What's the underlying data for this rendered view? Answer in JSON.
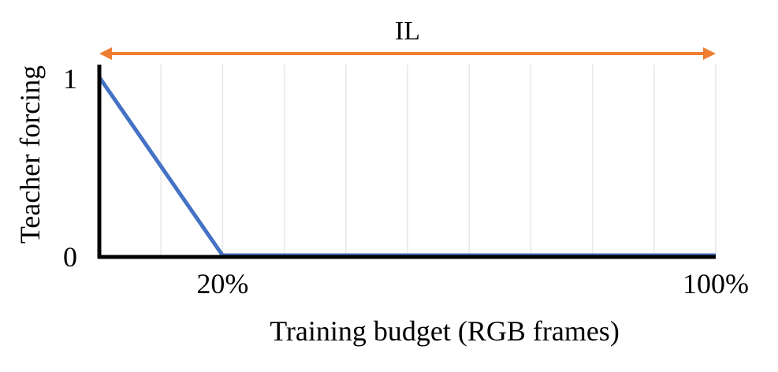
{
  "chart_data": {
    "type": "line",
    "title": "",
    "xlabel": "Training budget (RGB frames)",
    "ylabel": "Teacher forcing",
    "xlim": [
      0,
      100
    ],
    "ylim": [
      0,
      1
    ],
    "grid": "vertical",
    "x_tick_labels": [
      {
        "value": 20,
        "label": "20%"
      },
      {
        "value": 100,
        "label": "100%"
      }
    ],
    "y_tick_labels": [
      {
        "value": 0,
        "label": "0"
      },
      {
        "value": 1,
        "label": "1"
      }
    ],
    "x_gridlines": [
      10,
      20,
      30,
      40,
      50,
      60,
      70,
      80,
      90,
      100
    ],
    "series": [
      {
        "color": "#4472c4",
        "x": [
          0,
          20,
          100
        ],
        "y": [
          1,
          0,
          0
        ]
      }
    ],
    "annotations": [
      {
        "type": "double-arrow",
        "label": "IL",
        "x_start": 0,
        "x_end": 100,
        "color": "#ed7d31"
      }
    ],
    "colors": {
      "axis": "#000000",
      "grid": "#e6e6e6",
      "line": "#4472c4",
      "arrow": "#ed7d31"
    }
  }
}
